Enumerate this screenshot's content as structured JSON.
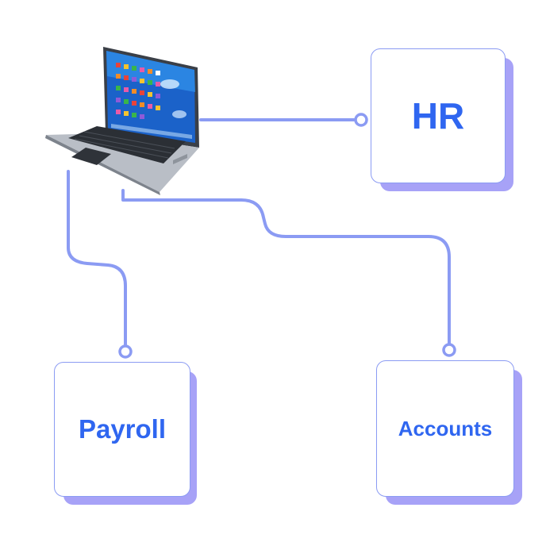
{
  "nodes": {
    "hr": {
      "label": "HR"
    },
    "payroll": {
      "label": "Payroll"
    },
    "accounts": {
      "label": "Accounts"
    }
  },
  "colors": {
    "connector": "#8b9bf3",
    "card_border": "#8b9bf3",
    "card_shadow": "#a7a2f7",
    "label": "#2f66f0"
  },
  "icons": {
    "laptop": "laptop-icon"
  }
}
